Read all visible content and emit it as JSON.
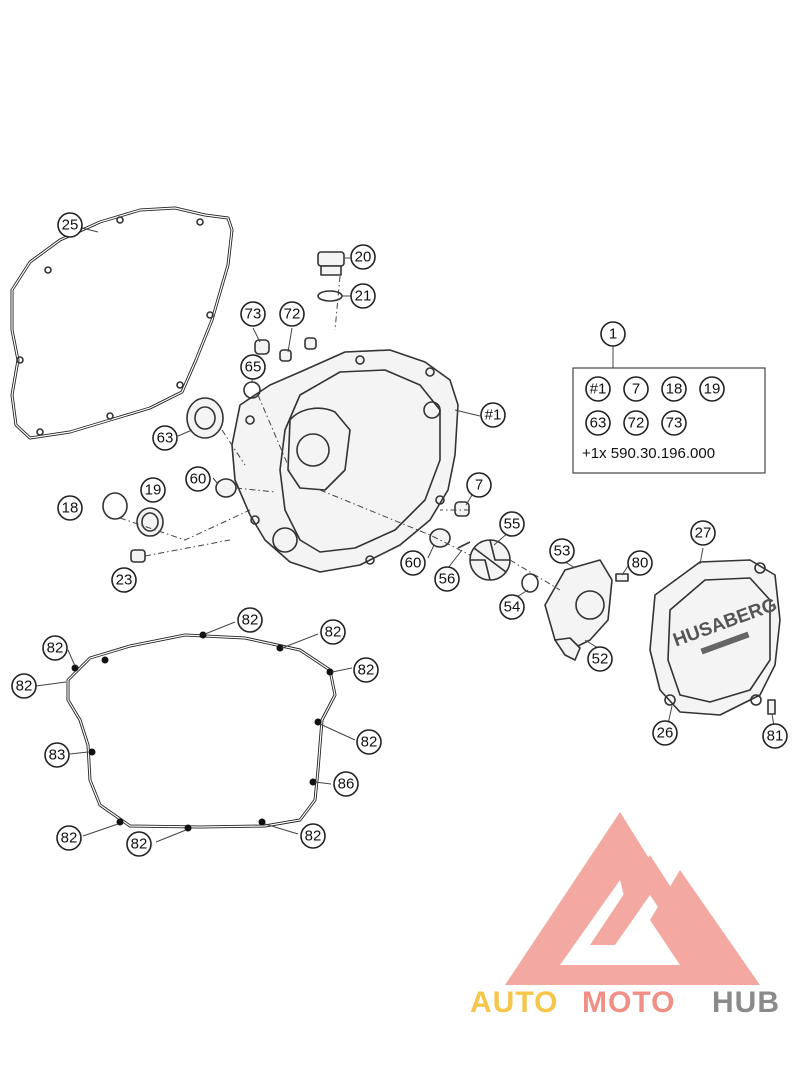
{
  "callouts": {
    "c25": "25",
    "c20": "20",
    "c21": "21",
    "c73": "73",
    "c72": "72",
    "c65": "65",
    "c63": "63",
    "c60": "60",
    "c19": "19",
    "c18": "18",
    "c23": "23",
    "c1": "#1",
    "c7": "7",
    "c55": "55",
    "c60b": "60",
    "c56": "56",
    "c54": "54",
    "c53": "53",
    "c80": "80",
    "c52": "52",
    "c27": "27",
    "c26": "26",
    "c81": "81",
    "g82a": "82",
    "g82b": "82",
    "g82c": "82",
    "g82d": "82",
    "g82e": "82",
    "g82f": "82",
    "g82g": "82",
    "g82h": "82",
    "g82i": "82",
    "g83": "83",
    "g86": "86"
  },
  "kit": {
    "number": "1",
    "items_row1": [
      "#1",
      "7",
      "18",
      "19"
    ],
    "items_row2": [
      "63",
      "72",
      "73"
    ],
    "extra": "+1x 590.30.196.000"
  },
  "cover": {
    "brand_text": "HUSABERG"
  },
  "watermark": {
    "part1": "AUTO",
    "part2": "MOTO",
    "part3": "HUB",
    "colors": {
      "auto": "#f5c64a",
      "moto": "#f08f86",
      "hub": "#8a8a8a",
      "logo": "#f2a097"
    }
  }
}
